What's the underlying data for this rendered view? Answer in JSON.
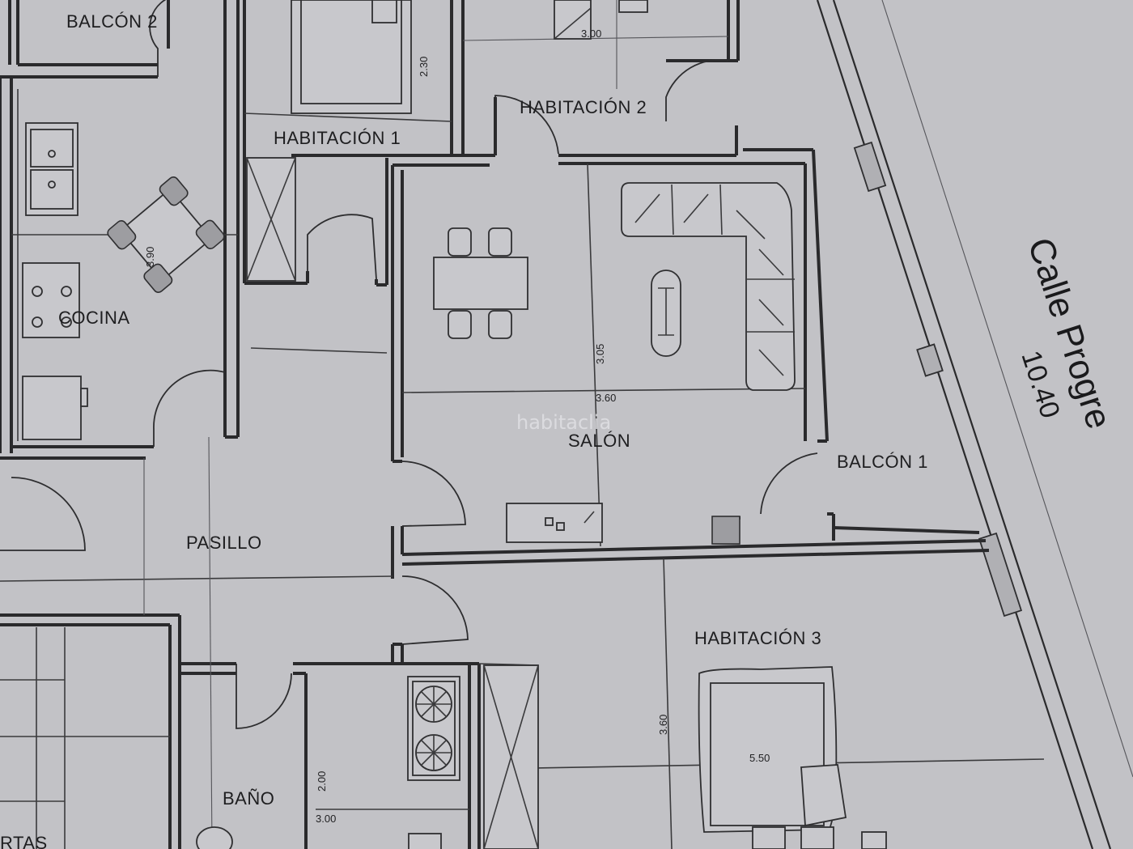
{
  "rooms": {
    "balcon2": "BALCÓN 2",
    "habitacion1": "HABITACIÓN 1",
    "habitacion2": "HABITACIÓN 2",
    "cocina": "COCINA",
    "salon": "SALÓN",
    "balcon1": "BALCÓN 1",
    "pasillo": "PASILLO",
    "habitacion3": "HABITACIÓN 3",
    "bano": "BAÑO",
    "puertas_partial": "RTAS"
  },
  "dimensions": {
    "hab1_depth": "2.30",
    "hab2_width": "3.00",
    "cocina_width": "3.90",
    "salon_depth": "3.05",
    "salon_width": "3.60",
    "hab3_depth": "3.60",
    "hab3_width": "5.50",
    "bano_depth": "2.00",
    "bano_width": "3.00"
  },
  "street": {
    "name": "Calle Progre",
    "width": "10.40"
  },
  "watermark": "habitaclia",
  "colors": {
    "paper": "#c2c2c6",
    "ink": "#2a2a2c",
    "hatch": "#9d9da1"
  }
}
